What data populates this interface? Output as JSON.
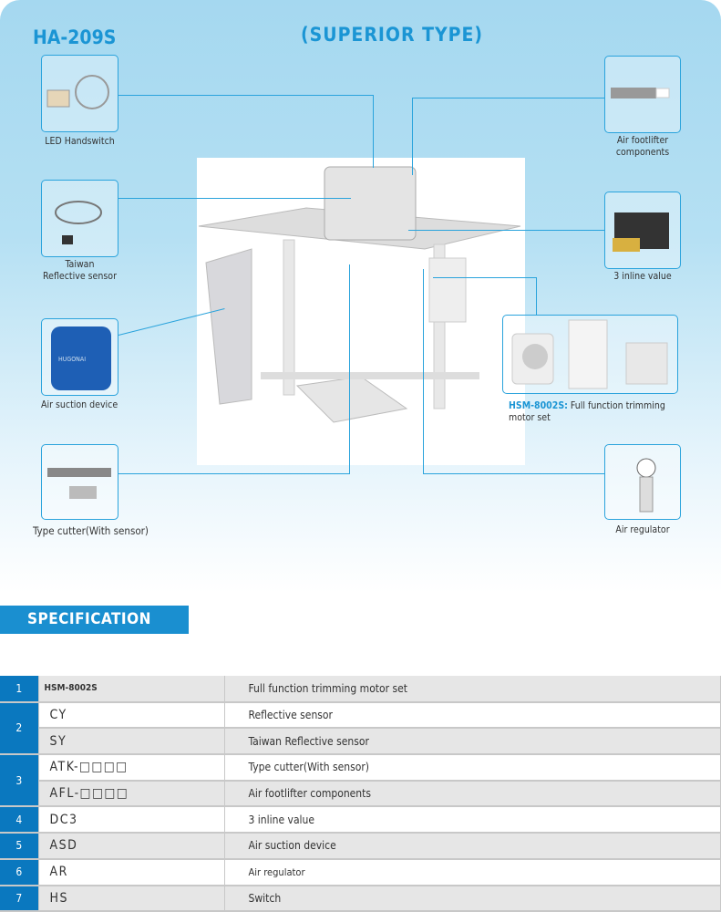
{
  "header": {
    "model": "HA-209S",
    "type": "(SUPERIOR TYPE)"
  },
  "components": {
    "led": "LED Handswitch",
    "taiwan": "Taiwan\nReflective sensor",
    "suction": "Air suction device",
    "suction_brand": "HUGONAI",
    "cutter": "Type cutter(With sensor)",
    "footlifter": "Air footlifter\ncomponents",
    "inline": "3 inline value",
    "hsm_code": "HSM-8002S:",
    "hsm_desc": " Full function trimming\nmotor set",
    "regulator": "Air regulator"
  },
  "spec": {
    "title": "SPECIFICATION",
    "rows": [
      {
        "n": "1",
        "code": "HSM-8002S",
        "desc": "Full function trimming motor set"
      },
      {
        "n": "2",
        "code": "CY",
        "desc": "Reflective sensor"
      },
      {
        "code": "SY",
        "desc": "Taiwan Reflective sensor"
      },
      {
        "n": "3",
        "code": "ATK-□□□□",
        "desc": "Type cutter(With sensor)"
      },
      {
        "code": "AFL-□□□□",
        "desc": "Air footlifter components"
      },
      {
        "n": "4",
        "code": "DC3",
        "desc": "3 inline value"
      },
      {
        "n": "5",
        "code": "ASD",
        "desc": "Air suction device"
      },
      {
        "n": "6",
        "code": "AR",
        "desc": "Air regulator"
      },
      {
        "n": "7",
        "code": "HS",
        "desc": "Switch"
      }
    ]
  }
}
